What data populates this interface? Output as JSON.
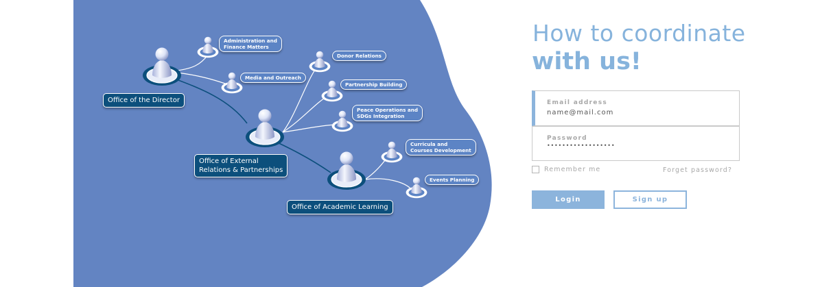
{
  "colors": {
    "panel_blue": "#6384c2",
    "navy_pill": "#0c4f7c",
    "accent_light_blue": "#8cb4dc",
    "text_gray": "#a8a8a8"
  },
  "org_chart": {
    "offices": [
      {
        "id": "director",
        "label": "Office of the Director"
      },
      {
        "id": "external",
        "label": "Office of External\nRelations & Partnerships"
      },
      {
        "id": "academic",
        "label": "Office of Academic Learning"
      }
    ],
    "units": [
      {
        "id": "admin",
        "parent": "director",
        "label": "Administration and\nFinance Matters"
      },
      {
        "id": "media",
        "parent": "director",
        "label": "Media and Outreach"
      },
      {
        "id": "donor",
        "parent": "external",
        "label": "Donor Relations"
      },
      {
        "id": "partnership",
        "parent": "external",
        "label": "Partnership Building"
      },
      {
        "id": "peace",
        "parent": "external",
        "label": "Peace Operations and\nSDGs Integration"
      },
      {
        "id": "curricula",
        "parent": "academic",
        "label": "Curricula and\nCourses Development"
      },
      {
        "id": "events",
        "parent": "academic",
        "label": "Events Planning"
      }
    ]
  },
  "login": {
    "title_line1": "How to coordinate",
    "title_line2": "with us!",
    "email_label": "Email address",
    "email_value": "name@mail.com",
    "password_label": "Password",
    "password_value": "••••••••••••••••••",
    "remember_label": "Remember me",
    "forgot_label": "Forget password?",
    "login_button": "Login",
    "signup_button": "Sign up"
  }
}
